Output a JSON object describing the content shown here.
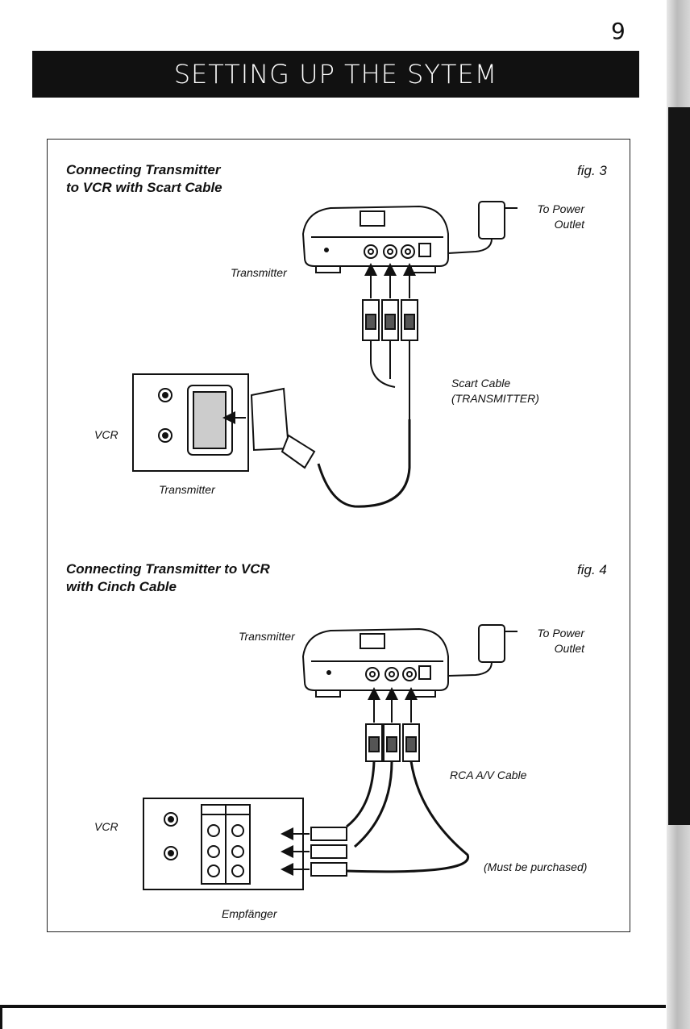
{
  "page": {
    "number": "9",
    "header": "SETTING UP THE SYTEM"
  },
  "fig3": {
    "title_line1": "Connecting Transmitter",
    "title_line2": "to VCR with Scart Cable",
    "fig_label": "fig. 3",
    "power_line1": "To Power",
    "power_line2": "Outlet",
    "transmitter_label": "Transmitter",
    "cable_line1": "Scart Cable",
    "cable_line2": "(TRANSMITTER)",
    "vcr_label": "VCR",
    "panel_caption": "Transmitter"
  },
  "fig4": {
    "title_line1": "Connecting Transmitter to VCR",
    "title_line2": "with Cinch Cable",
    "fig_label": "fig. 4",
    "transmitter_label": "Transmitter",
    "power_line1": "To Power",
    "power_line2": "Outlet",
    "cable_label": "RCA A/V Cable",
    "vcr_label": "VCR",
    "purchase_note": "(Must be purchased)",
    "panel_caption": "Empfänger"
  }
}
